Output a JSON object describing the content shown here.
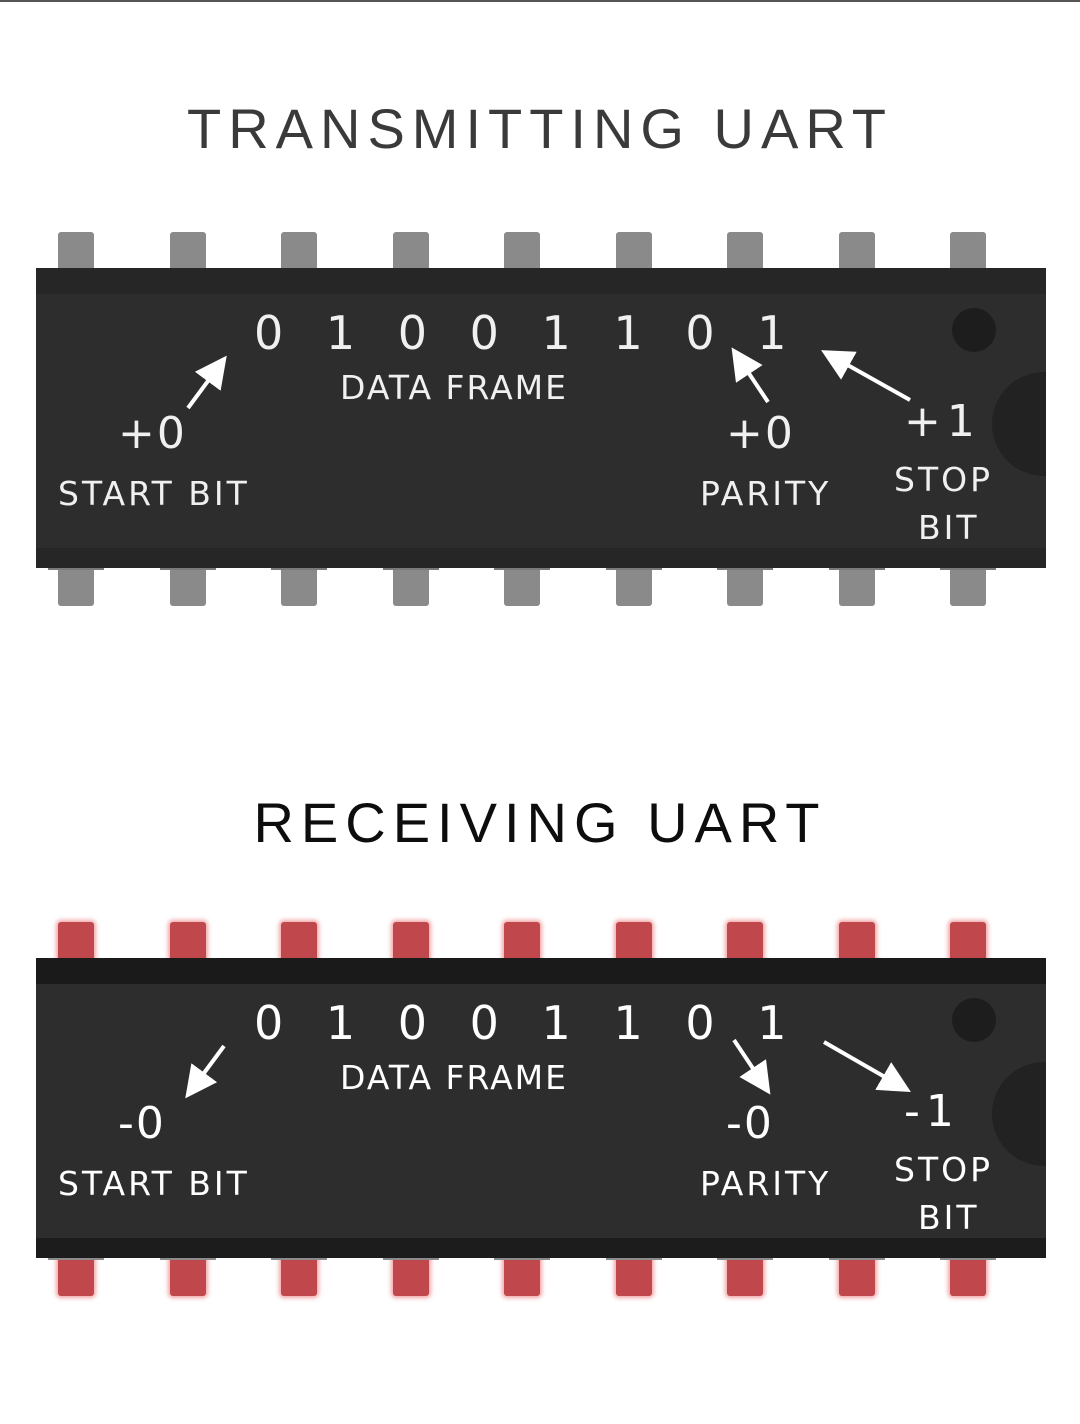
{
  "transmit": {
    "title": "TRANSMITTING UART",
    "data_bits": "0 1 0 0 1 1 0 1",
    "data_frame_label": "DATA FRAME",
    "start_value": "+0",
    "start_label": "START BIT",
    "parity_value": "+0",
    "parity_label": "PARITY",
    "stop_value": "+1",
    "stop_label_line1": "STOP",
    "stop_label_line2": "BIT"
  },
  "receive": {
    "title": "RECEIVING UART",
    "data_bits": "0 1 0 0 1 1 0 1",
    "data_frame_label": "DATA FRAME",
    "start_value": "-0",
    "start_label": "START BIT",
    "parity_value": "-0",
    "parity_label": "PARITY",
    "stop_value": "-1",
    "stop_label_line1": "STOP",
    "stop_label_line2": "BIT"
  },
  "colors": {
    "chip_body": "#2d2d2d",
    "pin_gray": "#8a8a8a",
    "pin_highlight_red": "#c0484c",
    "text_white": "#ffffff"
  }
}
